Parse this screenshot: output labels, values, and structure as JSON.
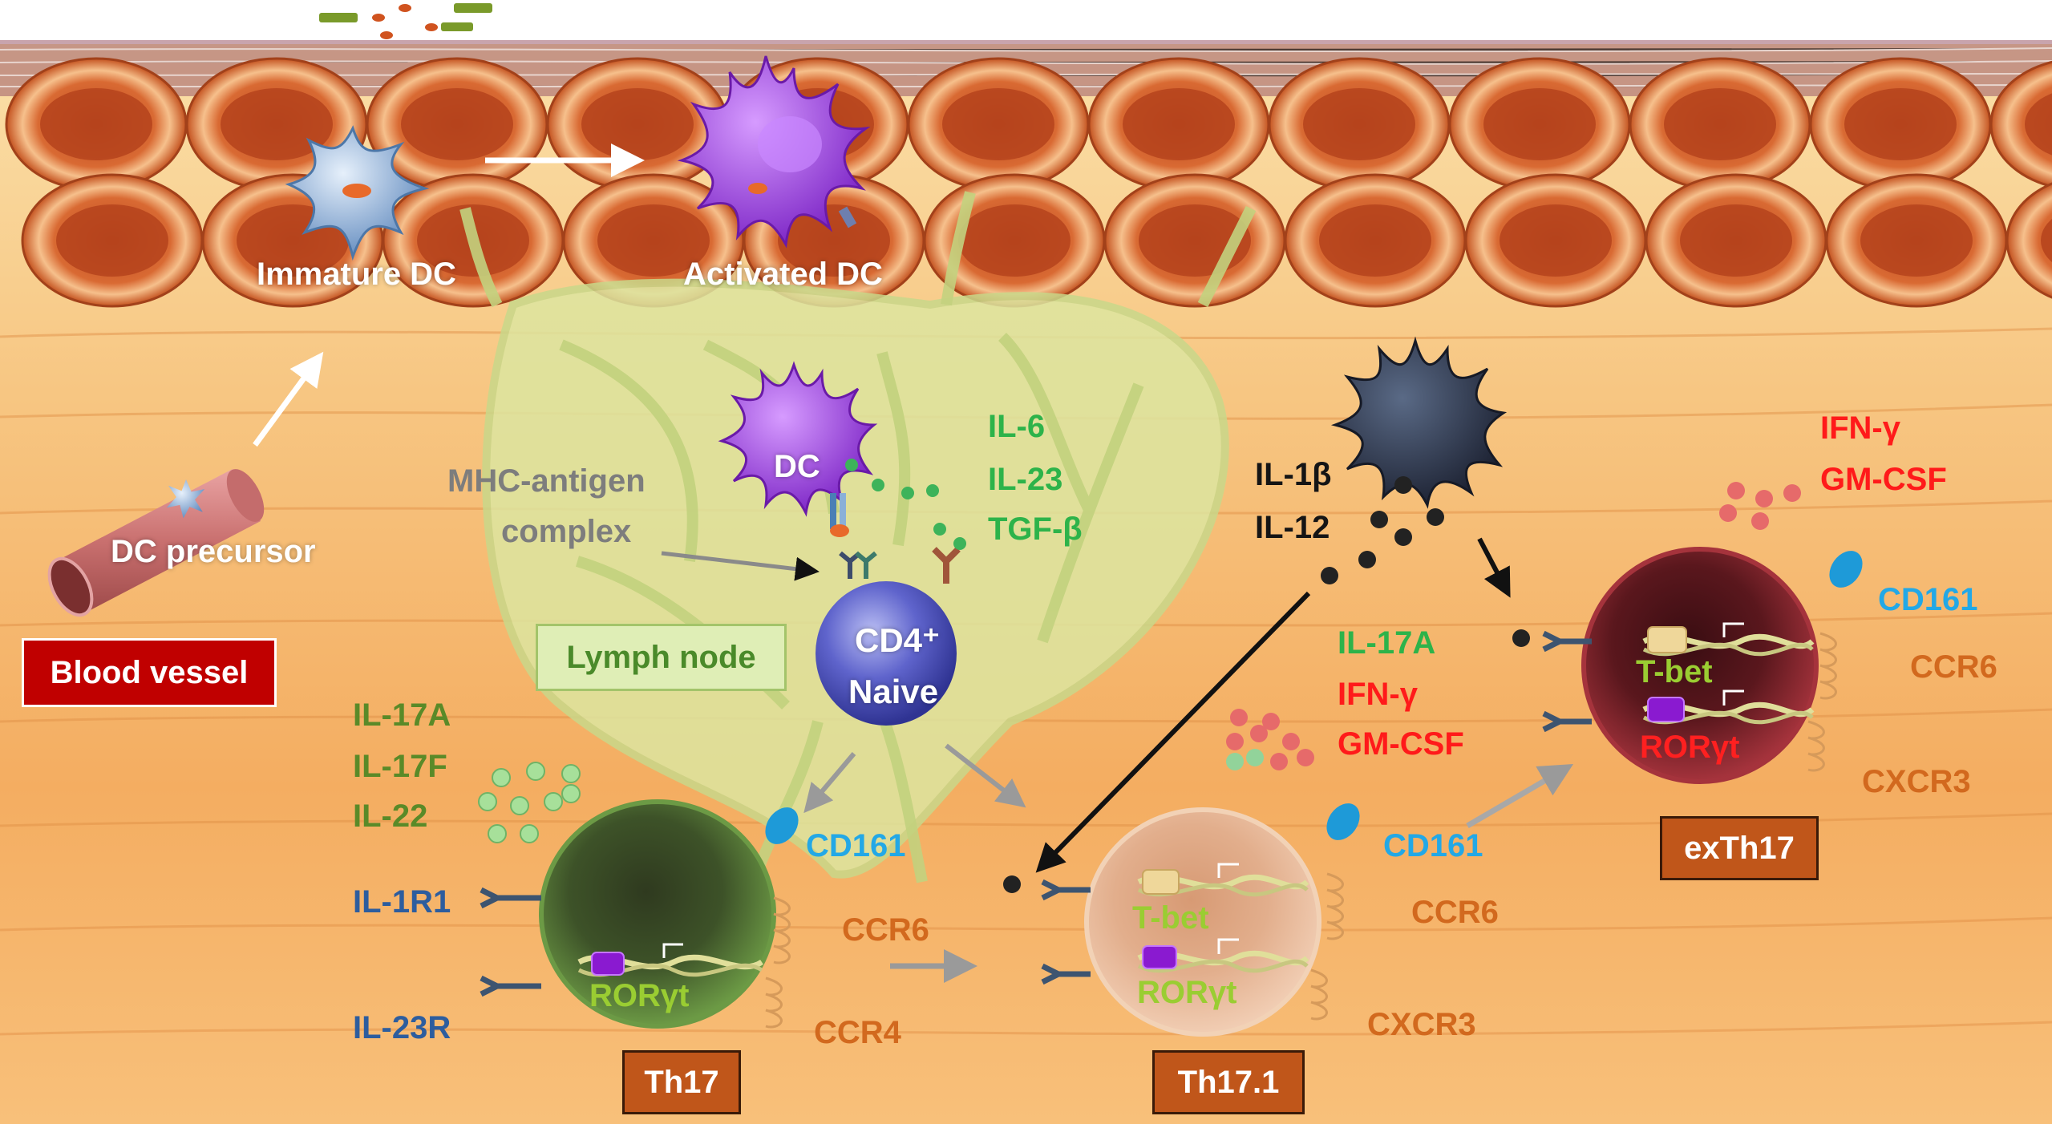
{
  "labels": {
    "immature_dc": "Immature DC",
    "activated_dc": "Activated DC",
    "dc": "DC",
    "mhc_antigen": "MHC-antigen",
    "complex": "complex",
    "dc_precursor": "DC precursor",
    "blood_vessel": "Blood vessel",
    "lymph_node": "Lymph node",
    "cd4": "CD4⁺",
    "naive": "Naive",
    "cyt_il6": "IL-6",
    "cyt_il23": "IL-23",
    "cyt_tgfb": "TGF-β",
    "il1b": "IL-1β",
    "il12": "IL-12",
    "th17_il17a": "IL-17A",
    "th17_il17f": "IL-17F",
    "th17_il22": "IL-22",
    "il1r1": "IL-1R1",
    "il23r": "IL-23R",
    "th17_cd161": "CD161",
    "th17_ccr6": "CCR6",
    "th17_ccr4": "CCR4",
    "th17_rorgt": "RORγt",
    "th17_box": "Th17",
    "th171_il17a": "IL-17A",
    "th171_ifng": "IFN-γ",
    "th171_gmcsf": "GM-CSF",
    "th171_cd161": "CD161",
    "th171_ccr6": "CCR6",
    "th171_cxcr3": "CXCR3",
    "th171_tbet": "T-bet",
    "th171_rorgt": "RORγt",
    "th171_box": "Th17.1",
    "ex_ifng": "IFN-γ",
    "ex_gmcsf": "GM-CSF",
    "ex_cd161": "CD161",
    "ex_ccr6": "CCR6",
    "ex_cxcr3": "CXCR3",
    "ex_tbet": "T-bet",
    "ex_rorgt": "RORγt",
    "ex_box": "exTh17"
  },
  "colors": {
    "tissue_top": "#f9dca0",
    "tissue_bottom": "#f3a255",
    "epithelium": "#c8542a",
    "lymph_node": "#dbe6a4",
    "blood_vessel_box": "#c00000",
    "cell_box": "#c0561a",
    "th17_cell": "#5b8a3a",
    "th171_cell": "#e8b89c",
    "exth17_cell": "#7a1e24",
    "naive_cell": "#5a5fc0",
    "dc_activated": "#9b3fd8",
    "dc_immature": "#7ea9d6",
    "dc_dark": "#2c3446"
  }
}
